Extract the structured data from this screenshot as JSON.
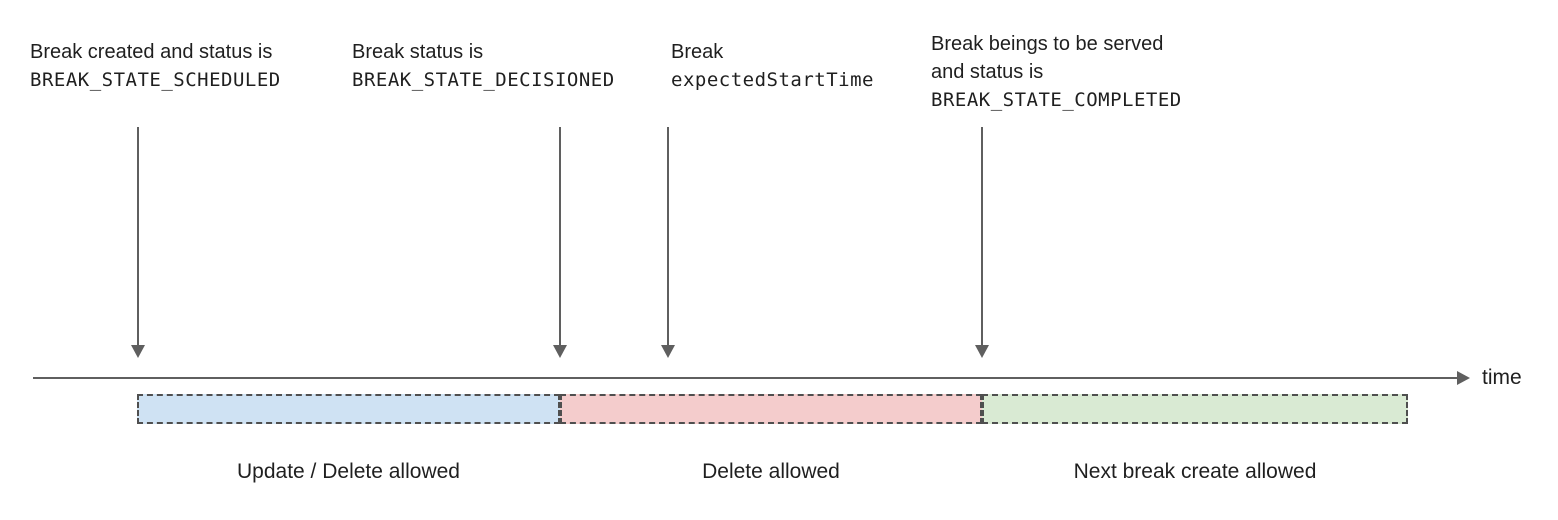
{
  "colors": {
    "segment_update_delete": "#cfe2f3",
    "segment_delete": "#f4cccc",
    "segment_next_break": "#d9ead3",
    "axis_gray": "#5f5f5f",
    "border_gray": "#4f4f4f",
    "text_dark": "#1f1f1f"
  },
  "annotations": {
    "a1": {
      "line1": "Break created and status is",
      "line2": "BREAK_STATE_SCHEDULED"
    },
    "a2": {
      "line1": "Break status is",
      "line2": "BREAK_STATE_DECISIONED"
    },
    "a3": {
      "line1": "Break",
      "line2": "expectedStartTime"
    },
    "a4": {
      "line1": "Break beings to be served",
      "line2": "and status is",
      "line3": "BREAK_STATE_COMPLETED"
    }
  },
  "timeline": {
    "axis_label": "time"
  },
  "segments": {
    "s1": {
      "label": "Update / Delete allowed"
    },
    "s2": {
      "label": "Delete allowed"
    },
    "s3": {
      "label": "Next break create allowed"
    }
  }
}
